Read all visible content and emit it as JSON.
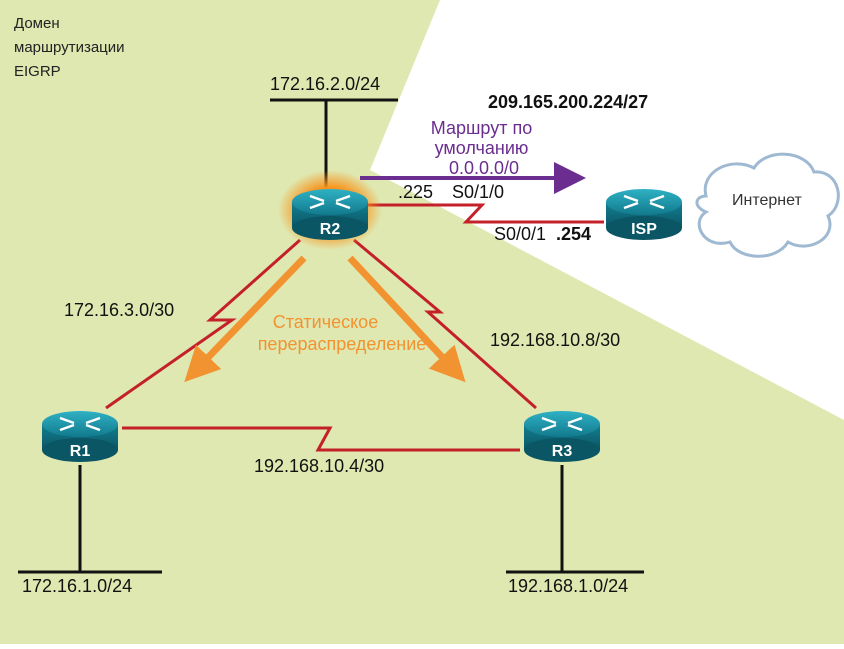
{
  "domain_label": [
    "Домен",
    "маршрутизации",
    "EIGRP"
  ],
  "routers": {
    "r1": "R1",
    "r2": "R2",
    "r3": "R3",
    "isp": "ISP"
  },
  "networks": {
    "r2_lan": "172.16.2.0/24",
    "r1_lan": "172.16.1.0/24",
    "r3_lan": "192.168.1.0/24",
    "r1_r2": "172.16.3.0/30",
    "r2_r3": "192.168.10.8/30",
    "r1_r3": "192.168.10.4/30",
    "isp_link": "209.165.200.224/27"
  },
  "interfaces": {
    "r2_ip": ".225",
    "r2_if": "S0/1/0",
    "isp_if": "S0/0/1",
    "isp_ip": ".254"
  },
  "default_route": [
    "Маршрут по",
    "умолчанию",
    "0.0.0.0/0"
  ],
  "redistribution": [
    "Статическое",
    "перераспределение"
  ],
  "internet": "Интернет",
  "colors": {
    "domain_fill": "#dfe8b0",
    "link": "#c4202a",
    "default_route": "#6b2d8f",
    "redistribution": "#f29331",
    "router_body": "#1b8a9e",
    "glow": "#f7941d"
  }
}
